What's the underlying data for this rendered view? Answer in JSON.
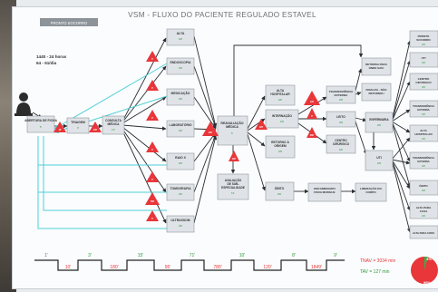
{
  "title": "VSM - FLUXO DO PACIENTE REGULADO ESTAVEL",
  "section_label": "PRONTO SOCORRO",
  "demand": {
    "line1": "1440 - 24 horas",
    "line2": "64 - 61/dia"
  },
  "labels": {
    "abertura": "ABERTURA DE FICHA",
    "triagem": "TRIAGEM",
    "consulta": [
      "CONSULTA",
      "MÉDICA"
    ],
    "alta": "ALTA",
    "endoscopia": "ENDOSCOPIA",
    "medicacao": "MEDICAÇÃO",
    "laboratorio": "LABORATÓRIO",
    "raiox": "RAIO X",
    "tomografia": "TOMOGRAFIA",
    "ultrassom": "ULTRASSOM",
    "reavaliacao": [
      "REAVALIAÇÃO",
      "MÉDICA"
    ],
    "avaliacao": [
      "AVALIAÇÃO",
      "DE SUB-",
      "ESPECIALIDADE"
    ],
    "alta_hosp": [
      "ALTA",
      "HOSPITALAR"
    ],
    "internacao": [
      "INTERNAÇÃO"
    ],
    "retorno_origem": [
      "RETORNO À",
      "ORIGEM"
    ],
    "obito": "ÓBITO",
    "transf_externa": [
      "TRANSFERÊNCIA",
      "EXTERNA"
    ],
    "leito": "LEITO",
    "centro_cir": [
      "CENTRO",
      "CIRÚRGICO"
    ],
    "encaminhado": [
      "ENCAMINHADO",
      "PARA MORGUE"
    ],
    "liberacao": [
      "LIBERAÇÃO DO",
      "CORPO"
    ],
    "retorno_onde": [
      "RETORNA PARA",
      "ONDE SAIU"
    ],
    "finaliza": [
      "FINALIZA - NÃO",
      "RETORNOU"
    ],
    "enfermaria": "ENFERMARIA",
    "uti": "UTI",
    "r_pronto": [
      "PRONTO",
      "SOCORRO"
    ],
    "r_uti": "UTI",
    "r_centro": [
      "CENTRO",
      "CIRÚRGICO"
    ],
    "r_transf": [
      "TRANSFERÊNCIA",
      "EXTERNA"
    ],
    "r_alta": [
      "ALTA",
      "HOSPITALAR"
    ],
    "r_transf2": [
      "TRANSFERÊNCIA",
      "EXTERNA"
    ],
    "r_obito": "ÓBITO",
    "r_alta_casa": [
      "ALTA PARA",
      "CASA"
    ],
    "r_alta_conv": [
      "ALTA PARA CONV"
    ]
  },
  "timeline": {
    "top": [
      "1'",
      "3'",
      "15'",
      "71'",
      "10'",
      "8'",
      "9'"
    ],
    "bottom": [
      "10'",
      "180'",
      "95'",
      "780'",
      "120'",
      "1849'"
    ]
  },
  "totals": {
    "tnav": "TNAV = 3034 min",
    "tav": "TAV = 127 min"
  },
  "pie": {
    "small_pct": 4,
    "small_label": "4%",
    "large_label": "96%",
    "red": "#e8363a",
    "green": "#2fb548"
  },
  "colors": {
    "box_fill": "#dfe3e7",
    "box_stroke": "#8d969e",
    "text_green": "#2a9a3c",
    "triangle": "#e8363a",
    "arrow": "#2b2f33",
    "cyan": "#4fd0d8"
  }
}
